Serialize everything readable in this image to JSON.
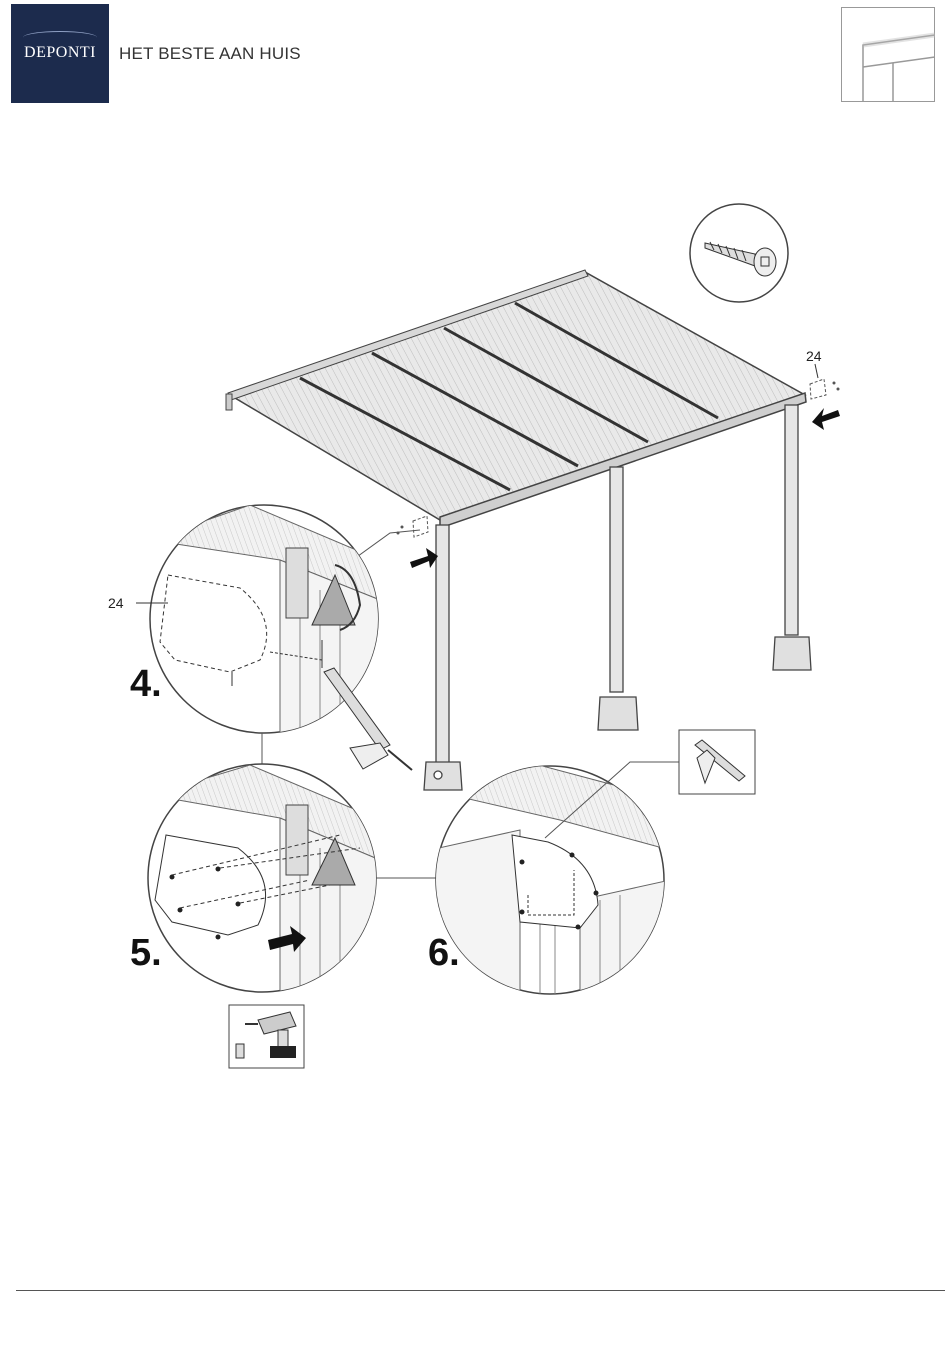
{
  "header": {
    "logo_text": "DEPONTI",
    "tagline": "HET BESTE AAN HUIS"
  },
  "steps": {
    "step4": "4.",
    "step5": "5.",
    "step6": "6."
  },
  "part_labels": {
    "top_right": "24",
    "detail": "24"
  },
  "icons": {
    "screw": "screw-icon",
    "sealant_gun": "caulk-gun-icon",
    "drill": "drill-icon"
  },
  "colors": {
    "brand": "#1c2b4d"
  }
}
